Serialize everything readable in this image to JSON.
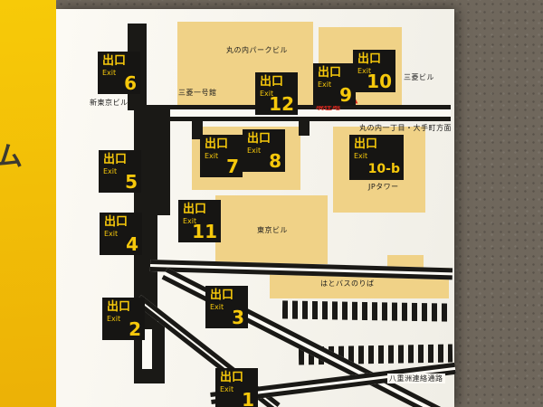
{
  "sign": {
    "side_text": "ム"
  },
  "badge": {
    "jp": "出口",
    "en": "Exit"
  },
  "exits": [
    "6",
    "12",
    "9",
    "10",
    "5",
    "7",
    "8",
    "10-b",
    "4",
    "11",
    "2",
    "3",
    "1"
  ],
  "labels": {
    "marunouchi_park_bldg": "丸の内パークビル",
    "mitsubishi_ichigokan": "三菱一号館",
    "mitsubishi_bldg": "三菱ビル",
    "shin_tokyo_bldg": "新東京ビル",
    "current_location": "現在地",
    "current_location_marker": "▲",
    "direction_sign": "丸の内一丁目・大手町方面",
    "jp_tower": "JPタワー",
    "tokyo_bldg": "東京ビル",
    "hato_bus_stop": "はとバスのりば",
    "yaesu_passage": "八重洲連絡通路"
  },
  "colors": {
    "sign_yellow": "#f3c200",
    "building_yellow": "#f0d287",
    "road_black": "#1a1916",
    "badge_black": "#161513",
    "badge_text_yellow": "#f6c80b",
    "current_location_red": "#d9251d",
    "panel_white": "#faf8f2",
    "wall_gray": "#6f675c"
  }
}
